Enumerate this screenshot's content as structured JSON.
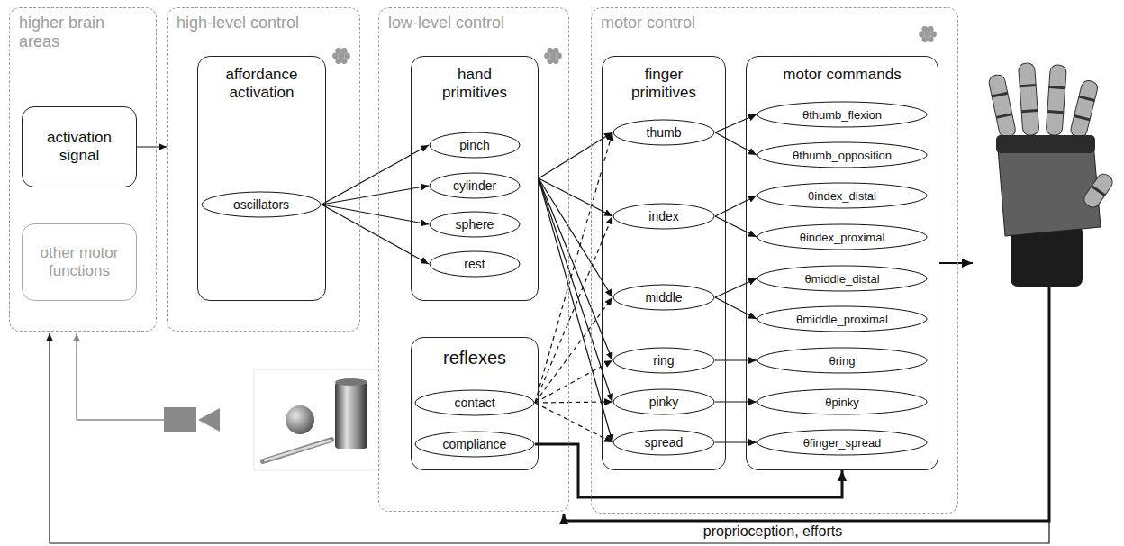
{
  "diagram": {
    "nodes": [
      {
        "text": [
          "higher brain areas"
        ]
      },
      {
        "text": [
          "activation signal"
        ],
        "in": 0
      },
      {
        "text": [
          "other motor functions"
        ],
        "in": 0
      },
      {
        "text": [
          "high-level control"
        ]
      },
      {
        "text": [
          "affordance activation"
        ],
        "in": 3
      },
      {
        "text": [
          "oscillators"
        ],
        "in": 4
      },
      {
        "text": [
          "low-level control"
        ]
      },
      {
        "text": [
          "hand primitives"
        ],
        "in": 6
      },
      {
        "text": [
          "pinch"
        ],
        "in": 7
      },
      {
        "text": [
          "cylinder"
        ],
        "in": 7
      },
      {
        "text": [
          "sphere"
        ],
        "in": 7
      },
      {
        "text": [
          "rest"
        ],
        "in": 7
      },
      {
        "text": [
          "reflexes"
        ],
        "in": 6
      },
      {
        "text": [
          "contact"
        ],
        "in": 12
      },
      {
        "text": [
          "compliance"
        ],
        "in": 12
      },
      {
        "text": [
          "motor control"
        ]
      },
      {
        "text": [
          "finger primitives"
        ],
        "in": 15
      },
      {
        "text": [
          "thumb"
        ],
        "in": 16
      },
      {
        "text": [
          "index"
        ],
        "in": 16
      },
      {
        "text": [
          "middle"
        ],
        "in": 16
      },
      {
        "text": [
          "ring"
        ],
        "in": 16
      },
      {
        "text": [
          "pinky"
        ],
        "in": 16
      },
      {
        "text": [
          "spread"
        ],
        "in": 16
      },
      {
        "text": [
          "motor commands"
        ],
        "in": 15
      },
      {
        "text": [
          "θthumb_flexion"
        ],
        "in": 23
      },
      {
        "text": [
          "θthumb_opposition"
        ],
        "in": 23
      },
      {
        "text": [
          "θindex_distal"
        ],
        "in": 23
      },
      {
        "text": [
          "θindex_proximal"
        ],
        "in": 23
      },
      {
        "text": [
          "θmiddle_distal"
        ],
        "in": 23
      },
      {
        "text": [
          "θmiddle_proximal"
        ],
        "in": 23
      },
      {
        "text": [
          "θring"
        ],
        "in": 23
      },
      {
        "text": [
          "θpinky"
        ],
        "in": 23
      },
      {
        "text": [
          "θfinger_spread"
        ],
        "in": 23
      }
    ],
    "edges": [
      {
        "from": 1,
        "to": 3,
        "arrow": "to"
      },
      {
        "from": 5,
        "to": 8,
        "arrow": "to"
      },
      {
        "from": 5,
        "to": 9,
        "arrow": "to"
      },
      {
        "from": 5,
        "to": 10,
        "arrow": "to"
      },
      {
        "from": 5,
        "to": 11,
        "arrow": "to"
      },
      {
        "from": 7,
        "to": 17,
        "arrow": "to"
      },
      {
        "from": 7,
        "to": 18,
        "arrow": "to"
      },
      {
        "from": 7,
        "to": 19,
        "arrow": "to"
      },
      {
        "from": 7,
        "to": 20,
        "arrow": "to"
      },
      {
        "from": 7,
        "to": 21,
        "arrow": "to"
      },
      {
        "from": 7,
        "to": 22,
        "arrow": "to"
      },
      {
        "from": 13,
        "to": 17,
        "arrow": "to"
      },
      {
        "from": 13,
        "to": 18,
        "arrow": "to"
      },
      {
        "from": 13,
        "to": 19,
        "arrow": "to"
      },
      {
        "from": 13,
        "to": 20,
        "arrow": "to"
      },
      {
        "from": 13,
        "to": 21,
        "arrow": "to"
      },
      {
        "from": 13,
        "to": 22,
        "arrow": "to"
      },
      {
        "from": 14,
        "to": 23,
        "arrow": "to"
      },
      {
        "from": 17,
        "to": 24,
        "arrow": "to"
      },
      {
        "from": 17,
        "to": 25,
        "arrow": "to"
      },
      {
        "from": 18,
        "to": 26,
        "arrow": "to"
      },
      {
        "from": 18,
        "to": 27,
        "arrow": "to"
      },
      {
        "from": 19,
        "to": 28,
        "arrow": "to"
      },
      {
        "from": 19,
        "to": 29,
        "arrow": "to"
      },
      {
        "from": 20,
        "to": 30,
        "arrow": "to"
      },
      {
        "from": 21,
        "to": 31,
        "arrow": "to"
      },
      {
        "from": 22,
        "to": 32,
        "arrow": "to"
      }
    ],
    "labels": [
      "proprioception, efforts"
    ]
  }
}
